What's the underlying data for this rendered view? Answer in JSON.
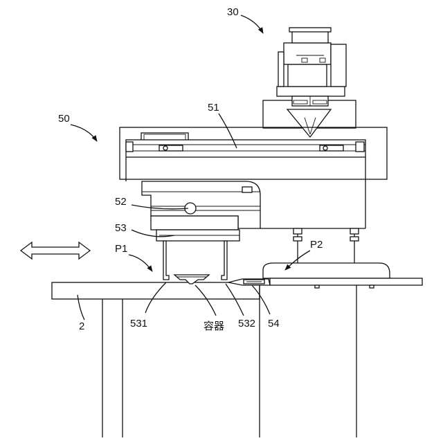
{
  "labels": {
    "l30": "30",
    "l50": "50",
    "l51": "51",
    "l52": "52",
    "l53": "53",
    "lP1": "P1",
    "lP2": "P2",
    "l531": "531",
    "lcontainer": "容器",
    "l532": "532",
    "l54": "54",
    "l2": "2"
  }
}
